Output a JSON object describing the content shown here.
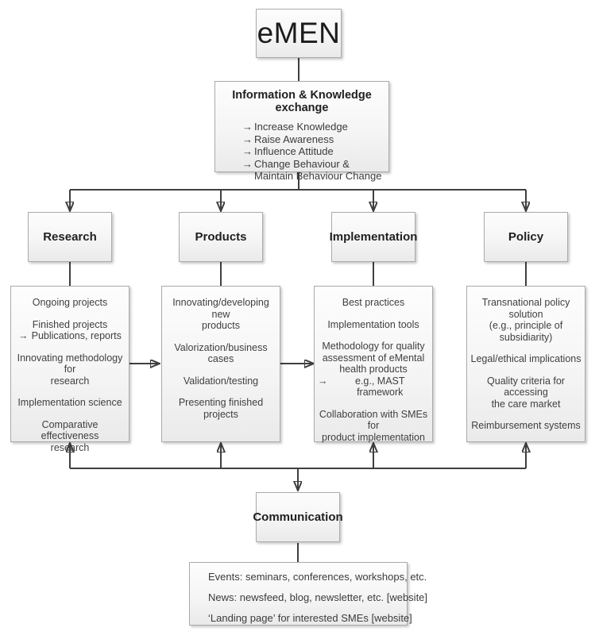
{
  "diagram": {
    "arrow_glyph": "→",
    "root": {
      "label": "eMEN"
    },
    "exchange": {
      "title": "Information & Knowledge exchange",
      "items": [
        "Increase Knowledge",
        "Raise Awareness",
        "Influence Attitude",
        "Change Behaviour &\nMaintain Behaviour Change"
      ]
    },
    "pillars": [
      {
        "label": "Research",
        "items": [
          {
            "text": "Ongoing projects"
          },
          {
            "text": "Finished projects",
            "sub": "Publications, reports"
          },
          {
            "text": "Innovating methodology for\nresearch"
          },
          {
            "text": "Implementation science"
          },
          {
            "text": "Comparative effectiveness\nresearch"
          }
        ]
      },
      {
        "label": "Products",
        "items": [
          {
            "text": "Innovating/developing new\nproducts"
          },
          {
            "text": "Valorization/business cases"
          },
          {
            "text": "Validation/testing"
          },
          {
            "text": "Presenting finished projects"
          }
        ]
      },
      {
        "label": "Implementation",
        "items": [
          {
            "text": "Best practices"
          },
          {
            "text": "Implementation tools"
          },
          {
            "text": "Methodology for quality\nassessment of eMental\nhealth products",
            "sub": "e.g., MAST framework"
          },
          {
            "text": "Collaboration with SMEs for\nproduct implementation"
          }
        ]
      },
      {
        "label": "Policy",
        "items": [
          {
            "text": "Transnational policy solution\n(e.g., principle of\nsubsidiarity)"
          },
          {
            "text": "Legal/ethical implications"
          },
          {
            "text": "Quality criteria for accessing\nthe care market"
          },
          {
            "text": "Reimbursement systems"
          }
        ]
      }
    ],
    "communication": {
      "label": "Communication",
      "items": [
        "Events: seminars, conferences, workshops, etc.",
        "News: newsfeed, blog, newsletter, etc. [website]",
        "‘Landing page’ for interested SMEs [website]"
      ]
    },
    "colors": {
      "line": "#3f3f3f",
      "box_border": "#ababab",
      "text": "#3b3b3b"
    }
  }
}
